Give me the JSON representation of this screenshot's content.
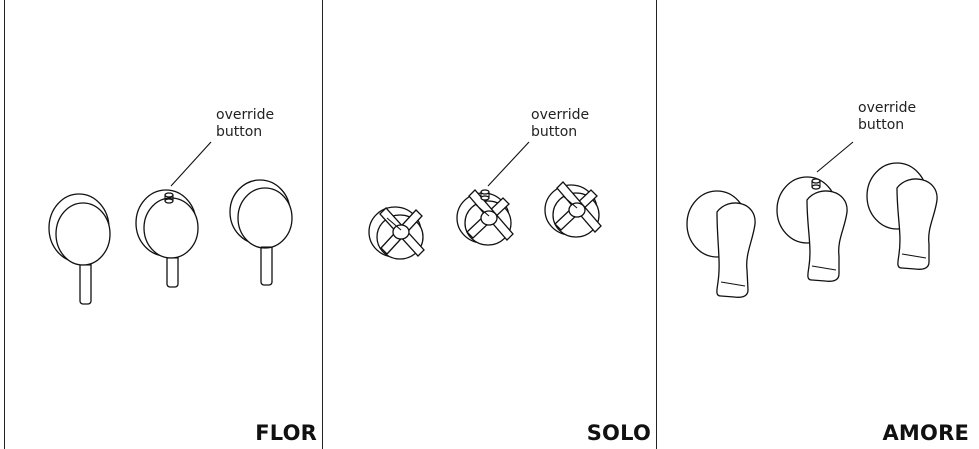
{
  "panels": [
    {
      "title": "FLOR",
      "callout": {
        "line1": "override",
        "line2": "button"
      },
      "mixers": [
        {
          "id": "flor-left-mixer",
          "icon": "flor-mixer-icon",
          "has_override_button": false
        },
        {
          "id": "flor-center-mixer",
          "icon": "flor-mixer-override-icon",
          "has_override_button": true
        },
        {
          "id": "flor-right-mixer",
          "icon": "flor-mixer-icon",
          "has_override_button": false
        }
      ]
    },
    {
      "title": "SOLO",
      "callout": {
        "line1": "override",
        "line2": "button"
      },
      "mixers": [
        {
          "id": "solo-left-mixer",
          "icon": "solo-cross-handle-icon",
          "has_override_button": false
        },
        {
          "id": "solo-center-mixer",
          "icon": "solo-cross-handle-override-icon",
          "has_override_button": true
        },
        {
          "id": "solo-right-mixer",
          "icon": "solo-cross-handle-icon",
          "has_override_button": false
        }
      ]
    },
    {
      "title": "AMORE",
      "callout": {
        "line1": "override",
        "line2": "button"
      },
      "mixers": [
        {
          "id": "amore-left-mixer",
          "icon": "amore-lever-icon",
          "has_override_button": false
        },
        {
          "id": "amore-center-mixer",
          "icon": "amore-lever-override-icon",
          "has_override_button": true
        },
        {
          "id": "amore-right-mixer",
          "icon": "amore-lever-icon",
          "has_override_button": false
        }
      ]
    }
  ]
}
